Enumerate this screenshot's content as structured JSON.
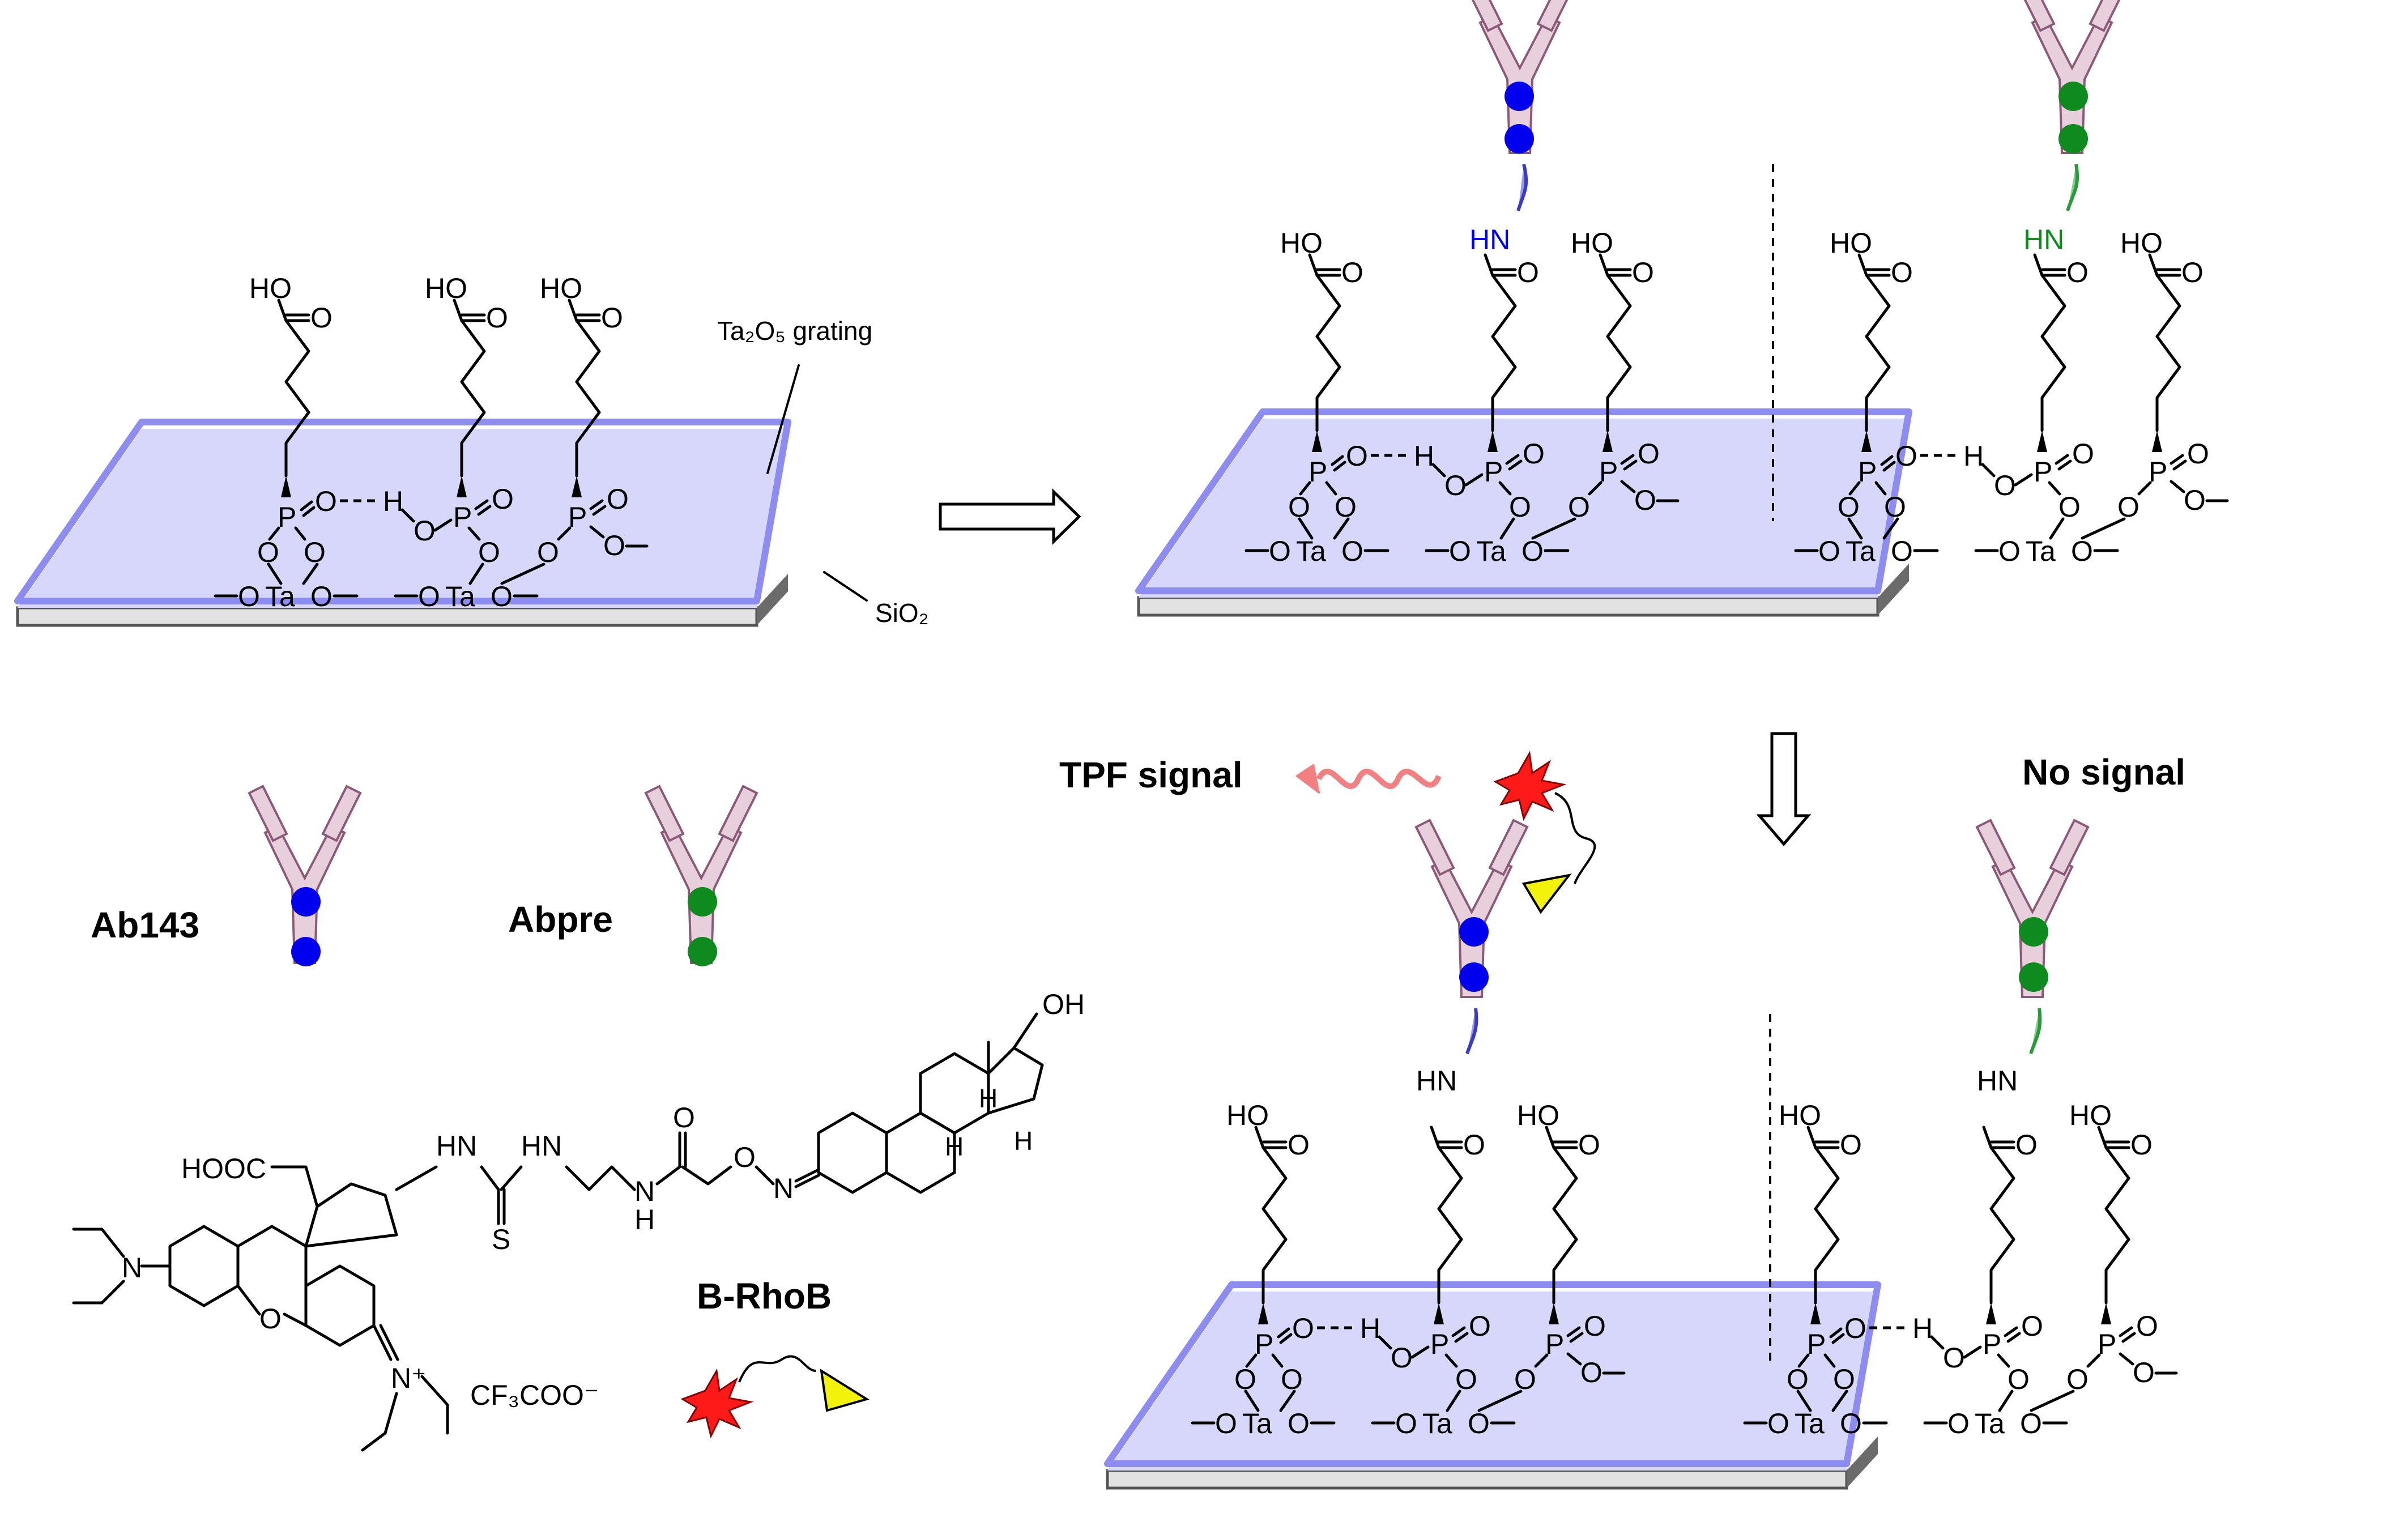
{
  "labels": {
    "grating": "Ta₂O₅ grating",
    "substrate": "SiO₂",
    "tpf_signal": "TPF signal",
    "no_signal": "No signal",
    "ab143": "Ab143",
    "abpre": "Abpre",
    "probe": "B-RhoB",
    "counterion": "CF₃COO⁻"
  },
  "chem": {
    "ho": "HO",
    "oh": "OH",
    "o": "O",
    "h": "H",
    "p": "P",
    "ta": "Ta",
    "hn": "HN",
    "n": "N",
    "s": "S",
    "hooc": "HOOC",
    "nplus": "N⁺"
  },
  "colors": {
    "grating_fill": "#d7d7fb",
    "grating_edge": "#8c8cf2",
    "substrate_top": "#e0e0e0",
    "substrate_side": "#6c6c6c",
    "antibody_fill": "#e8cfdc",
    "antibody_active": "#d49ac0",
    "antibody_stroke": "#8a5a78",
    "epitope_ab143": "#0000ee",
    "epitope_abpre": "#0e8a1e",
    "linker_ab143": "#3a3ac8",
    "linker_abpre": "#2c9a3c",
    "fluorophore": "#ff1a1a",
    "hapten": "#f2f20a",
    "signal_wave": "#f28080"
  }
}
